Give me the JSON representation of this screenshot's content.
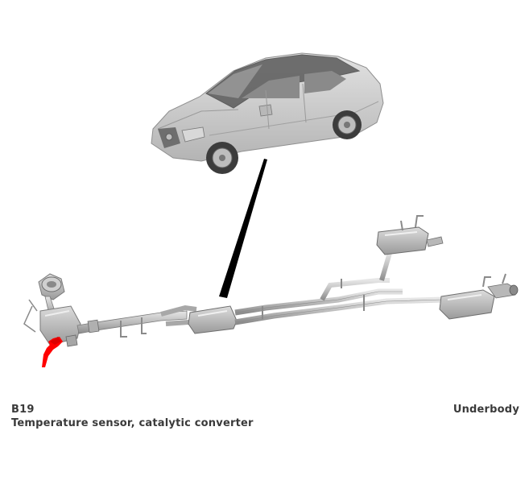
{
  "component": {
    "code": "B19",
    "description": "Temperature sensor, catalytic converter"
  },
  "location": "Underbody",
  "colors": {
    "highlight": "#ff0000",
    "pointer": "#000000",
    "part_fill": "#c8c8c8",
    "part_stroke": "#8a8a8a",
    "text": "#3a3a3a"
  },
  "icons": [
    "car-illustration",
    "exhaust-system-illustration",
    "sensor-highlight-marker"
  ]
}
